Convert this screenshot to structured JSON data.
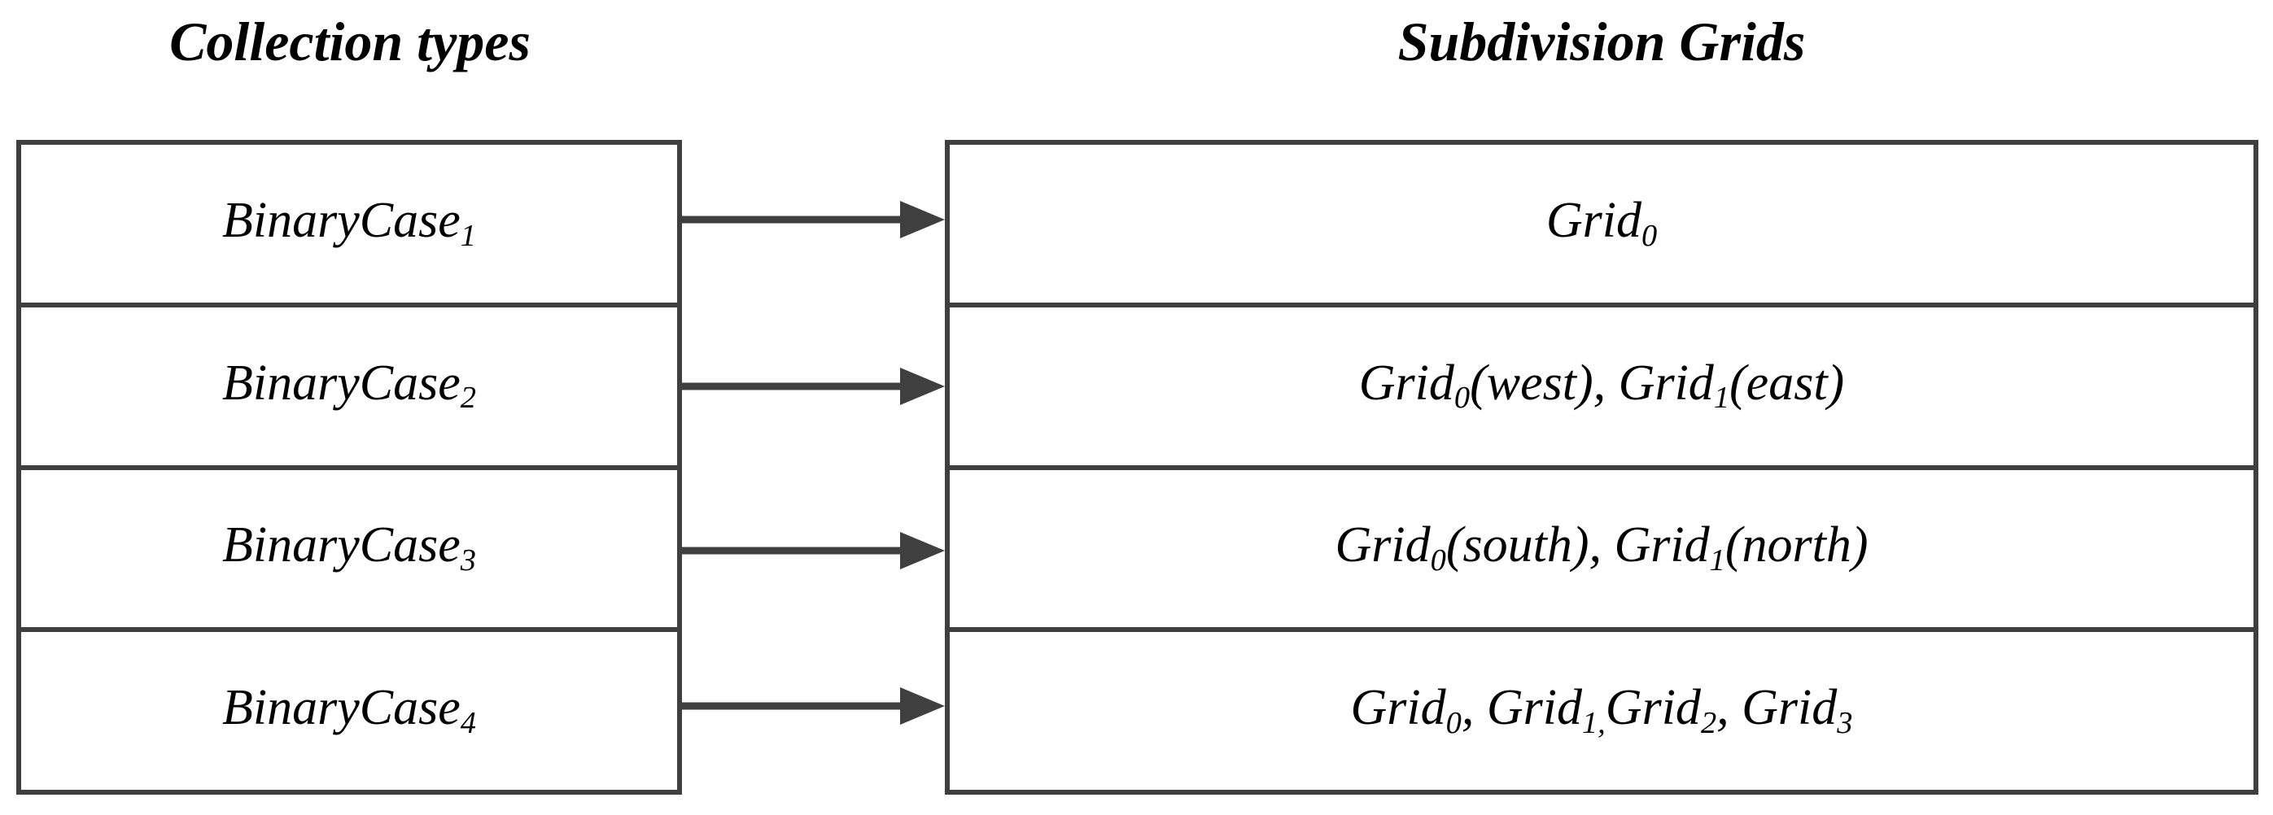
{
  "diagram": {
    "type": "mapping-table",
    "background_color": "#ffffff",
    "line_color": "#3f3f3f",
    "text_color": "#000000",
    "headers": {
      "left": "Collection types",
      "right": "Subdivision Grids"
    },
    "rows": [
      {
        "left": {
          "base": "BinaryCase",
          "sub": "1",
          "full": "BinaryCase₁"
        },
        "right": {
          "full": "Grid₀",
          "parts": [
            {
              "base": "Grid",
              "sub": "0",
              "suffix": ""
            }
          ]
        },
        "arrow": {
          "name": "arrow-right",
          "from": "BinaryCase1",
          "to": "Grid0"
        }
      },
      {
        "left": {
          "base": "BinaryCase",
          "sub": "2",
          "full": "BinaryCase₂"
        },
        "right": {
          "full": "Grid₀(west), Grid₁(east)",
          "parts": [
            {
              "base": "Grid",
              "sub": "0",
              "suffix": "(west),"
            },
            {
              "base": "Grid",
              "sub": "1",
              "suffix": "(east)"
            }
          ]
        },
        "arrow": {
          "name": "arrow-right",
          "from": "BinaryCase2",
          "to": "Grid0(west), Grid1(east)"
        }
      },
      {
        "left": {
          "base": "BinaryCase",
          "sub": "3",
          "full": "BinaryCase₃"
        },
        "right": {
          "full": "Grid₀(south), Grid₁(north)",
          "parts": [
            {
              "base": "Grid",
              "sub": "0",
              "suffix": "(south),"
            },
            {
              "base": "Grid",
              "sub": "1",
              "suffix": "(north)"
            }
          ]
        },
        "arrow": {
          "name": "arrow-right",
          "from": "BinaryCase3",
          "to": "Grid0(south), Grid1(north)"
        }
      },
      {
        "left": {
          "base": "BinaryCase",
          "sub": "4",
          "full": "BinaryCase₄"
        },
        "right": {
          "full": "Grid₀, Grid₁,Grid₂, Grid₃",
          "parts": [
            {
              "base": "Grid",
              "sub": "0",
              "suffix": ","
            },
            {
              "base": "Grid",
              "sub": "1,",
              "suffix": ""
            },
            {
              "base": "Grid",
              "sub": "2",
              "suffix": ","
            },
            {
              "base": "Grid",
              "sub": "3",
              "suffix": ""
            }
          ]
        },
        "arrow": {
          "name": "arrow-right",
          "from": "BinaryCase4",
          "to": "Grid0, Grid1,Grid2, Grid3"
        }
      }
    ]
  }
}
